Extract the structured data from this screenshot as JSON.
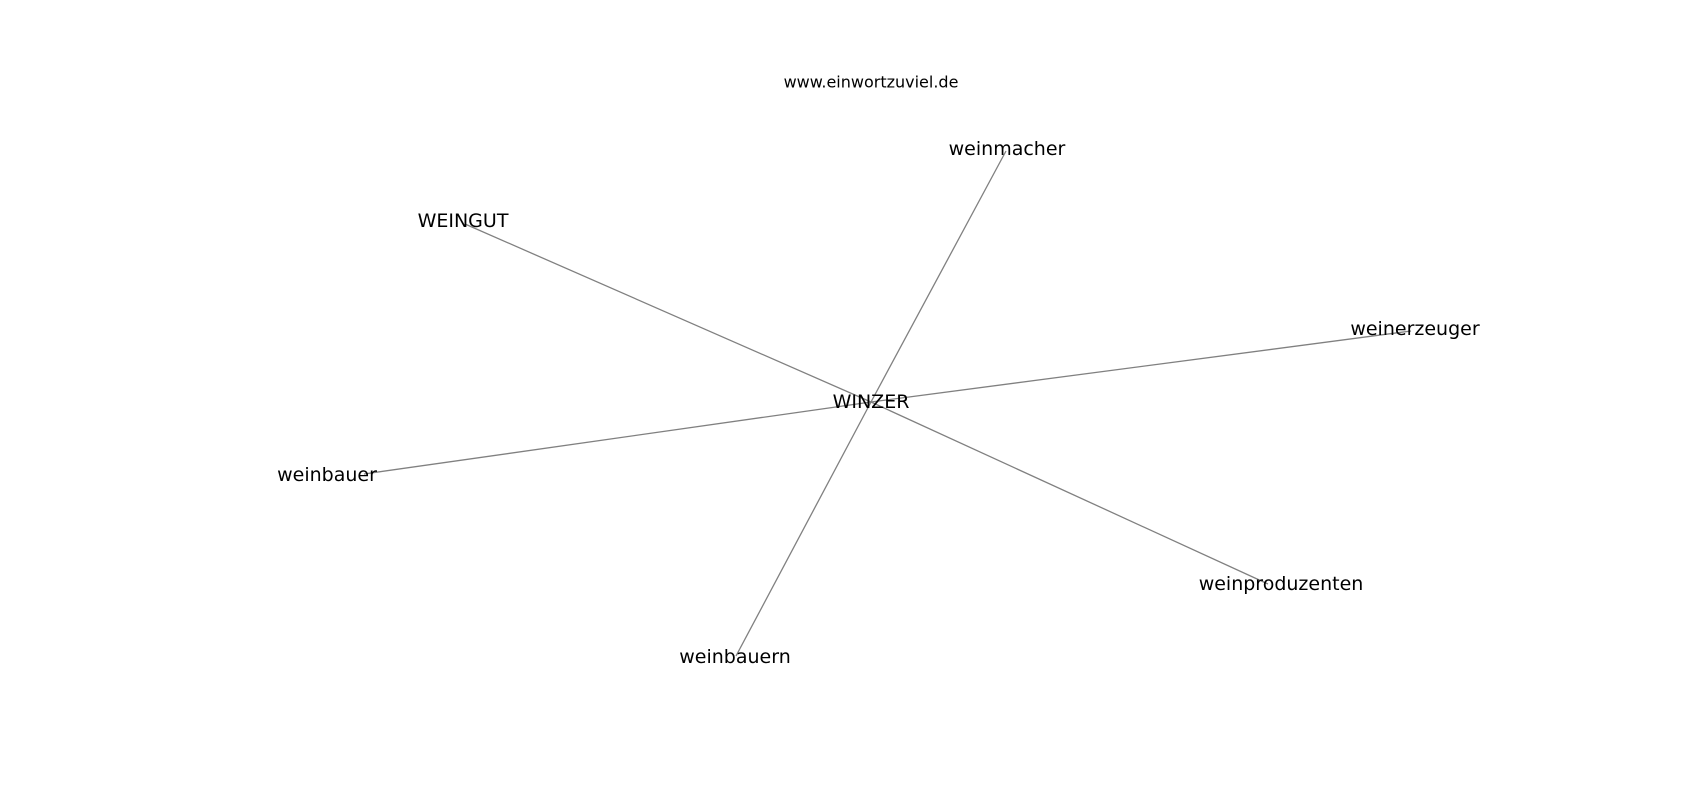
{
  "watermark": "www.einwortzuviel.de",
  "center_node": "WINZER",
  "related_nodes": [
    "weinmacher",
    "WEINGUT",
    "weinerzeuger",
    "weinbauer",
    "weinproduzenten",
    "weinbauern"
  ],
  "colors": {
    "background": "#ffffff",
    "edge": "#808080",
    "text": "#000000"
  }
}
